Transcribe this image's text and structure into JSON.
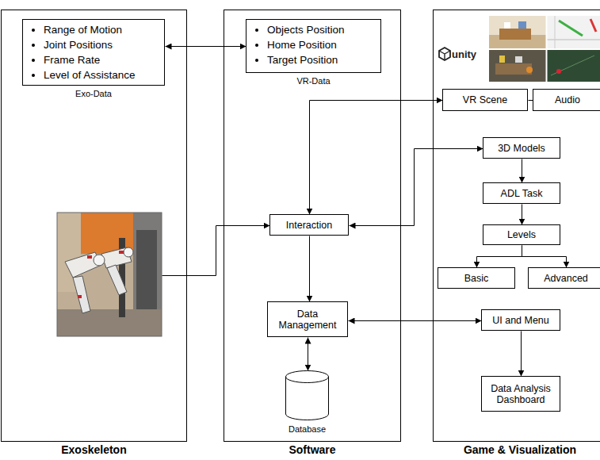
{
  "diagram": {
    "nodes": [
      {
        "text": [
          "Exoskeleton"
        ]
      },
      {
        "text": [
          "Range of Motion",
          "Joint Positions",
          "Frame Rate",
          "Level of Assistance",
          "Exo-Data"
        ],
        "in": 0
      },
      {
        "text": [
          "Software"
        ]
      },
      {
        "text": [
          "Objects Position",
          "Home Position",
          "Target Position",
          "VR-Data"
        ],
        "in": 2
      },
      {
        "text": [
          "Interaction"
        ],
        "in": 2
      },
      {
        "text": [
          "Data Management"
        ],
        "in": 2
      },
      {
        "text": [
          "Database"
        ],
        "in": 2
      },
      {
        "text": [
          "Game & Visualization"
        ]
      },
      {
        "text": [
          "VR Scene"
        ],
        "in": 7
      },
      {
        "text": [
          "Audio"
        ],
        "in": 7
      },
      {
        "text": [
          "3D Models"
        ],
        "in": 7
      },
      {
        "text": [
          "ADL Task"
        ],
        "in": 7
      },
      {
        "text": [
          "Levels"
        ],
        "in": 7
      },
      {
        "text": [
          "Basic"
        ],
        "in": 7
      },
      {
        "text": [
          "Advanced"
        ],
        "in": 7
      },
      {
        "text": [
          "UI and Menu"
        ],
        "in": 7
      },
      {
        "text": [
          "Data Analysis Dashboard"
        ],
        "in": 7
      }
    ],
    "edges": [
      {
        "from": 1,
        "to": 3,
        "arrow": "both"
      },
      {
        "from": 0,
        "to": 4,
        "arrow": "to"
      },
      {
        "from": 8,
        "to": 4,
        "arrow": "both"
      },
      {
        "from": 8,
        "to": 9,
        "arrow": "none"
      },
      {
        "from": 10,
        "to": 4,
        "arrow": "both"
      },
      {
        "from": 4,
        "to": 5,
        "arrow": "to"
      },
      {
        "from": 5,
        "to": 6,
        "arrow": "both"
      },
      {
        "from": 5,
        "to": 15,
        "arrow": "both"
      },
      {
        "from": 10,
        "to": 11,
        "arrow": "to"
      },
      {
        "from": 11,
        "to": 12,
        "arrow": "to"
      },
      {
        "from": 12,
        "to": 13,
        "arrow": "to"
      },
      {
        "from": 12,
        "to": 14,
        "arrow": "to"
      },
      {
        "from": 15,
        "to": 16,
        "arrow": "to"
      }
    ],
    "labels": [
      "unity"
    ]
  }
}
